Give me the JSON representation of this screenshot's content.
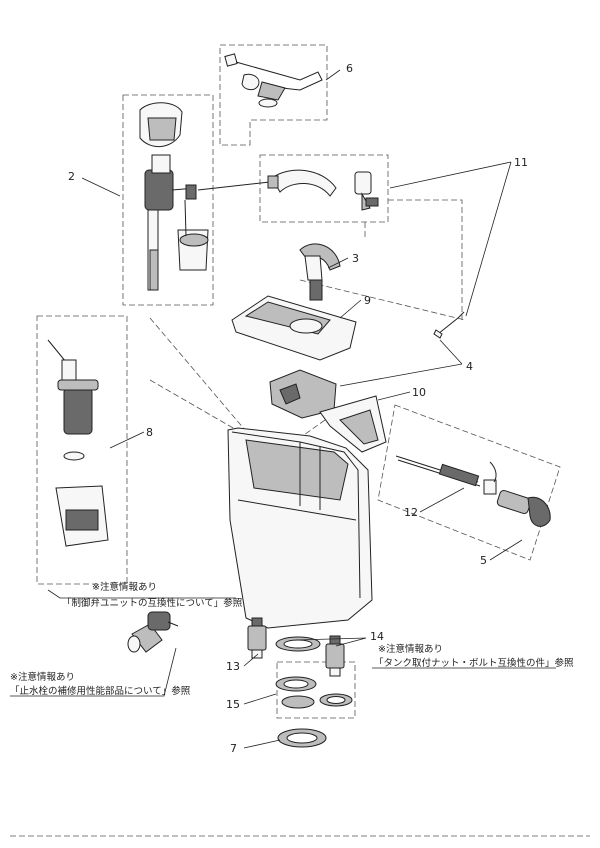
{
  "callouts": {
    "p2": "2",
    "p3": "3",
    "p4": "4",
    "p5": "5",
    "p6": "6",
    "p7": "7",
    "p8": "8",
    "p9": "9",
    "p10": "10",
    "p11": "11",
    "p12": "12",
    "p13": "13",
    "p14": "14",
    "p15": "15"
  },
  "notes": {
    "control_unit": {
      "line1": "※注意情報あり",
      "line2": "「制御弁ユニットの互換性について」参照"
    },
    "tank_nut": {
      "line1": "※注意情報あり",
      "line2": "「タンク取付ナット・ボルト互換性の件」参照"
    },
    "stop_valve": {
      "line1": "※注意情報あり",
      "line2": "「止水栓の補修用性能部品について」参照"
    }
  }
}
